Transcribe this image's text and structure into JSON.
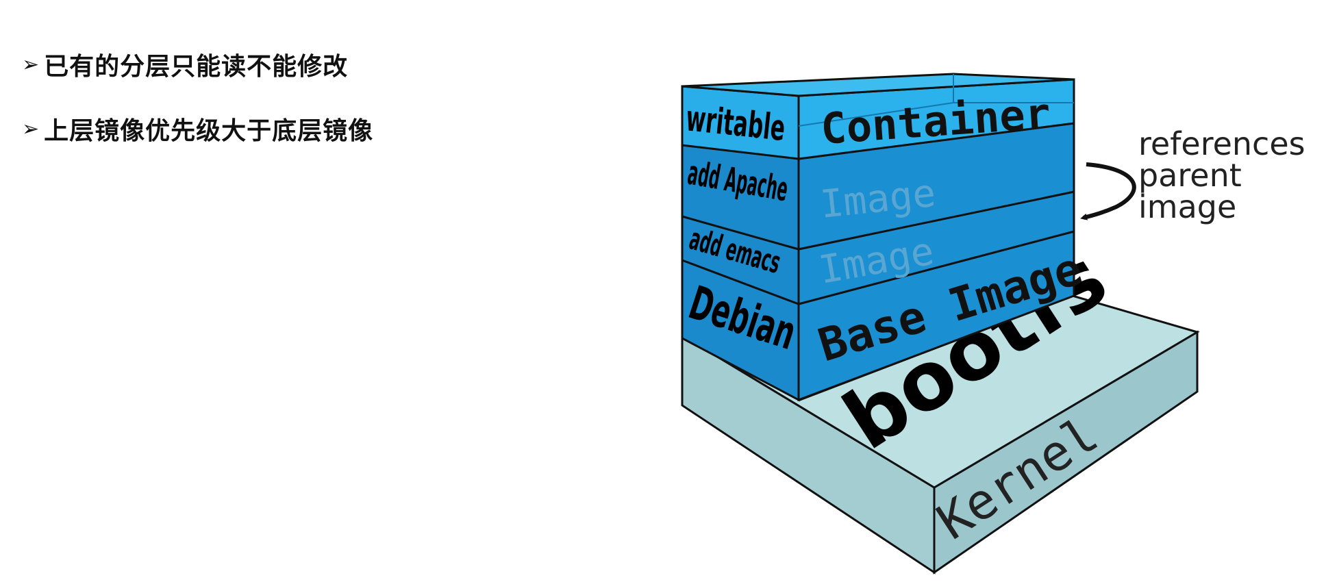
{
  "bullets": [
    {
      "marker": "➢",
      "text": "已有的分层只能读不能修改"
    },
    {
      "marker": "➢",
      "text": "上层镜像优先级大于底层镜像"
    }
  ],
  "diagram": {
    "layers": [
      {
        "side_label": "writable",
        "front_label": "Container"
      },
      {
        "side_label": "add Apache",
        "front_label": "Image"
      },
      {
        "side_label": "add emacs",
        "front_label": "Image"
      },
      {
        "side_label": "Debian",
        "front_label": "Base Image"
      }
    ],
    "bootfs_label": "bootfs",
    "kernel_label": "Kernel",
    "reference_note": [
      "references",
      "parent",
      "image"
    ],
    "colors": {
      "container": "#29b0ec",
      "image": "#1a8fd2",
      "base": "#1a88cc",
      "kernel": "#a4cdd2",
      "kernel_top": "#c0e1e4"
    }
  }
}
